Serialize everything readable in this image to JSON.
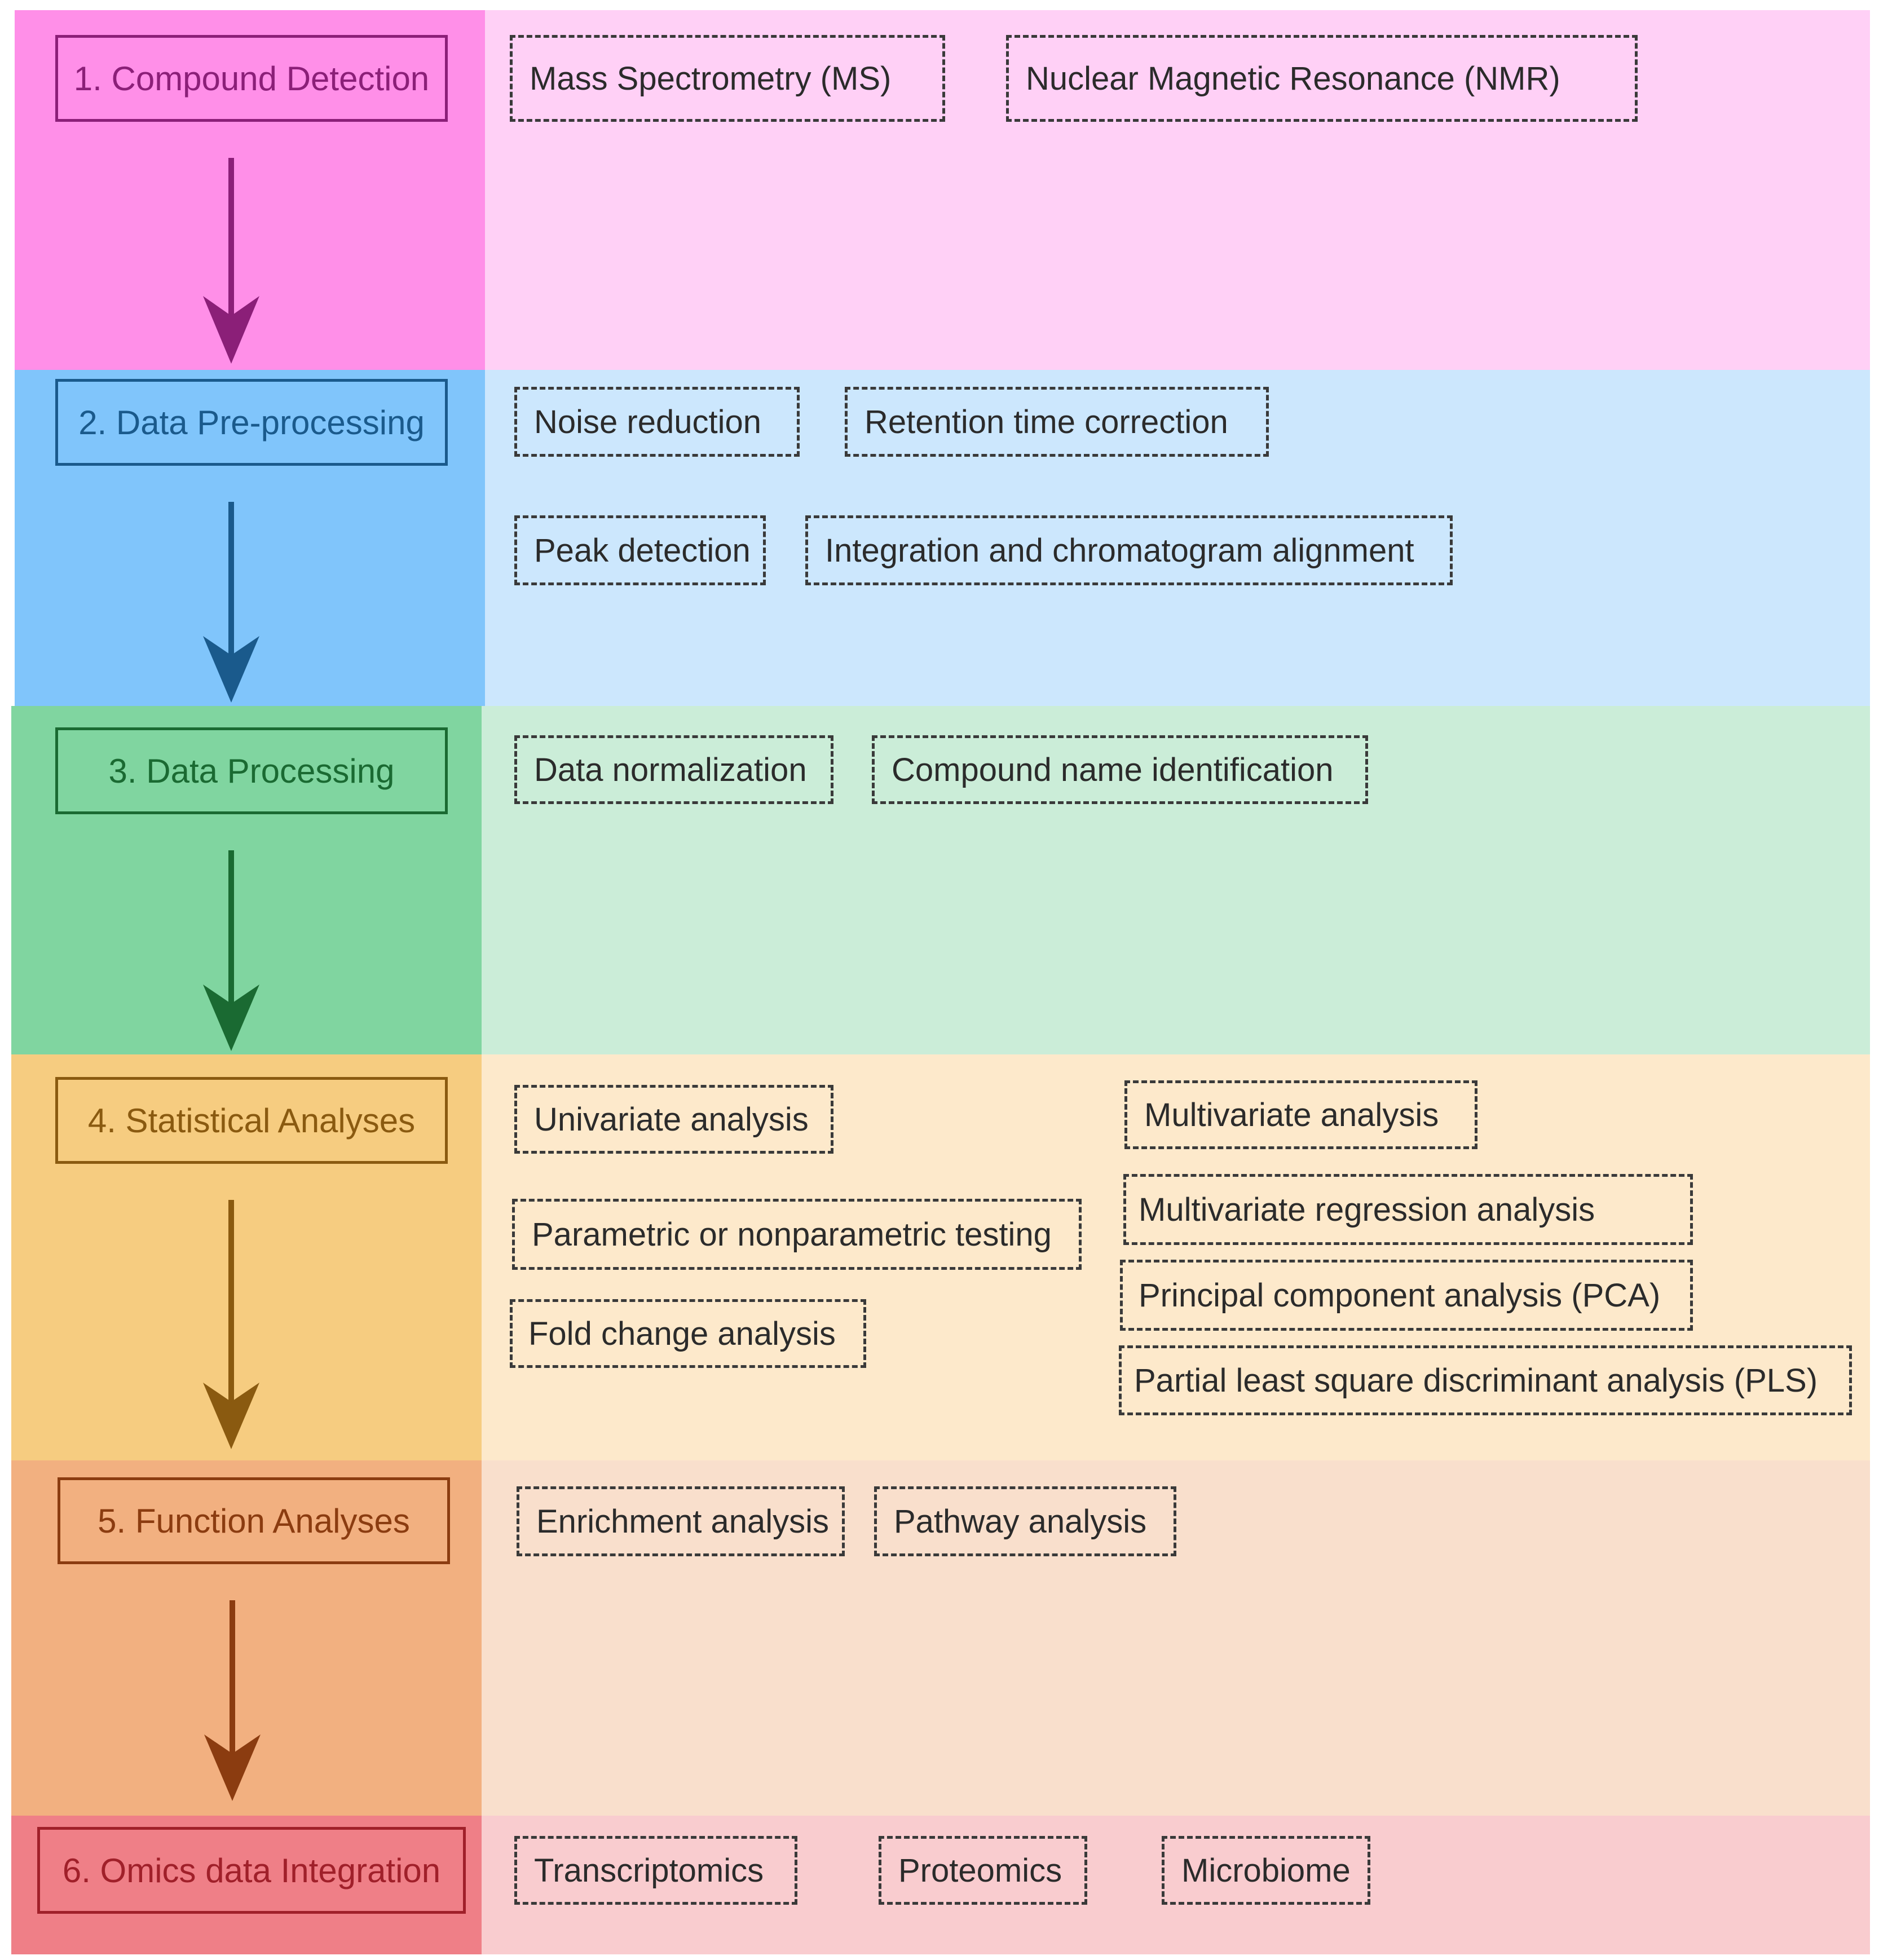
{
  "steps": [
    {
      "label": "1. Compound Detection",
      "color_left": "#ff8fe8",
      "color_right": "#ffd0f6",
      "border": "#8b1f78",
      "text": "#8b1f78",
      "arrow": "#8b1f78"
    },
    {
      "label": "2. Data Pre-processing",
      "color_left": "#80c5fb",
      "color_right": "#cce7fd",
      "border": "#1a5a8c",
      "text": "#1a5a8c",
      "arrow": "#1a5a8c"
    },
    {
      "label": "3. Data Processing",
      "color_left": "#80d5a0",
      "color_right": "#cbedd8",
      "border": "#1a6a32",
      "text": "#1a6a32",
      "arrow": "#1a6a32"
    },
    {
      "label": "4. Statistical Analyses",
      "color_left": "#f6cc80",
      "color_right": "#fde9cb",
      "border": "#8a5a10",
      "text": "#8a5a10",
      "arrow": "#8a5a10"
    },
    {
      "label": "5. Function Analyses",
      "color_left": "#f2b080",
      "color_right": "#f9dfcc",
      "border": "#8b3c10",
      "text": "#8b3c10",
      "arrow": "#8b3c10"
    },
    {
      "label": "6. Omics data Integration",
      "color_left": "#ef7f87",
      "color_right": "#f9cccf",
      "border": "#a0202a",
      "text": "#a0202a"
    }
  ],
  "items": {
    "detection": [
      "Mass Spectrometry (MS)",
      "Nuclear Magnetic Resonance (NMR)"
    ],
    "preprocessing": [
      "Noise reduction",
      "Retention time correction",
      "Peak detection",
      "Integration and chromatogram alignment"
    ],
    "processing": [
      "Data normalization",
      "Compound name identification"
    ],
    "statistical": [
      "Univariate analysis",
      "Multivariate analysis",
      "Multivariate regression analysis",
      "Parametric or nonparametric testing",
      "Principal component analysis (PCA)",
      "Fold change analysis",
      "Partial least square discriminant analysis (PLS)"
    ],
    "function": [
      "Enrichment analysis",
      "Pathway analysis"
    ],
    "omics": [
      "Transcriptomics",
      "Proteomics",
      "Microbiome"
    ]
  }
}
